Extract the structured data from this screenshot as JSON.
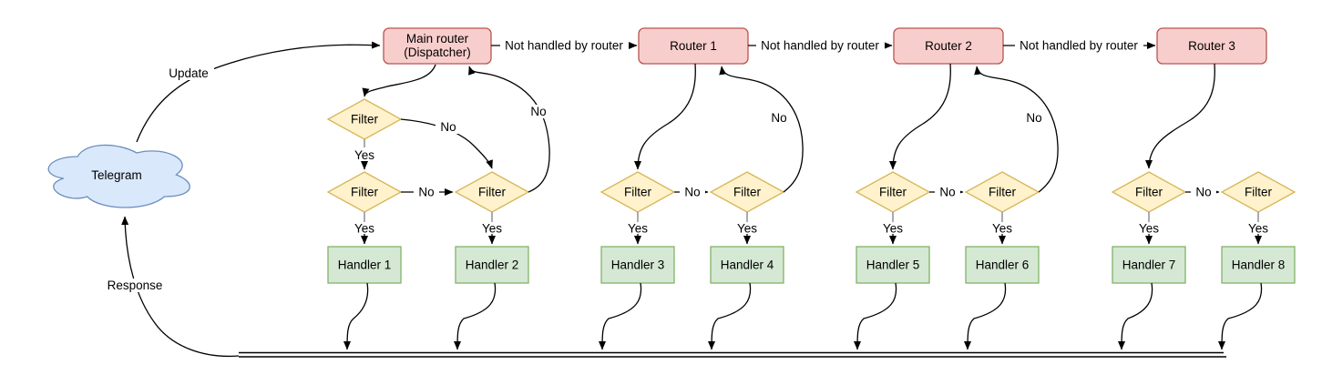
{
  "diagram": {
    "cloud": {
      "label": "Telegram"
    },
    "dispatcher": {
      "label_line1": "Main router",
      "label_line2": "(Dispatcher)"
    },
    "routers": [
      {
        "label": "Router 1"
      },
      {
        "label": "Router 2"
      },
      {
        "label": "Router 3"
      }
    ],
    "handlers": [
      {
        "label": "Handler 1"
      },
      {
        "label": "Handler 2"
      },
      {
        "label": "Handler 3"
      },
      {
        "label": "Handler 4"
      },
      {
        "label": "Handler 5"
      },
      {
        "label": "Handler 6"
      },
      {
        "label": "Handler 7"
      },
      {
        "label": "Handler 8"
      }
    ],
    "node_labels": {
      "filter": "Filter"
    },
    "edge_labels": {
      "update": "Update",
      "response": "Response",
      "not_handled": "Not handled by router",
      "yes": "Yes",
      "no": "No"
    },
    "colors": {
      "router_fill": "#f8cecc",
      "router_stroke": "#b85450",
      "filter_fill": "#fff2cc",
      "filter_stroke": "#d6b656",
      "handler_fill": "#d5e8d4",
      "handler_stroke": "#82b366",
      "cloud_fill": "#dae8fc",
      "cloud_stroke": "#6c8ebf",
      "edge_color": "#000000",
      "stub_color": "#8f8f8f",
      "background": "#ffffff"
    }
  }
}
